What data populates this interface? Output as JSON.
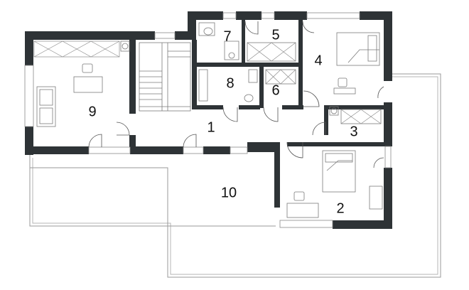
{
  "plan": {
    "rooms": [
      {
        "id": "room-1",
        "label": "1"
      },
      {
        "id": "room-2",
        "label": "2"
      },
      {
        "id": "room-3",
        "label": "3"
      },
      {
        "id": "room-4",
        "label": "4"
      },
      {
        "id": "room-5",
        "label": "5"
      },
      {
        "id": "room-6",
        "label": "6"
      },
      {
        "id": "room-7",
        "label": "7"
      },
      {
        "id": "room-8",
        "label": "8"
      },
      {
        "id": "room-9",
        "label": "9"
      },
      {
        "id": "room-10",
        "label": "10"
      }
    ],
    "colors": {
      "wall": "#2e3336",
      "line": "#9a9a9a",
      "background": "#ffffff"
    }
  }
}
